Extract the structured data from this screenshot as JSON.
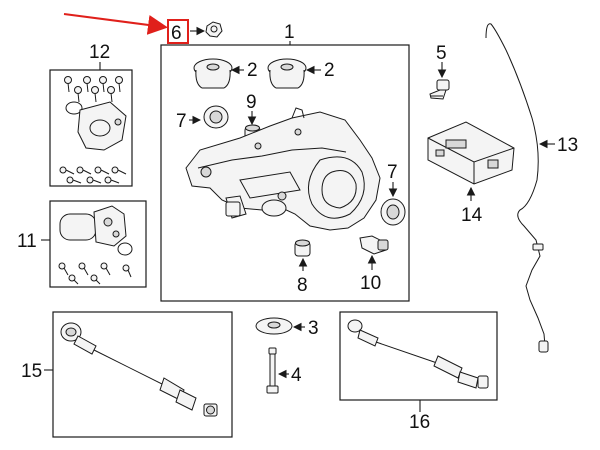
{
  "highlight_color": "#e0201b",
  "highlighted_callout": "6",
  "callouts": {
    "c1": "1",
    "c2a": "2",
    "c2b": "2",
    "c3": "3",
    "c4": "4",
    "c5": "5",
    "c6": "6",
    "c7a": "7",
    "c7b": "7",
    "c8": "8",
    "c9": "9",
    "c10": "10",
    "c11": "11",
    "c12": "12",
    "c13": "13",
    "c14": "14",
    "c15": "15",
    "c16": "16"
  }
}
